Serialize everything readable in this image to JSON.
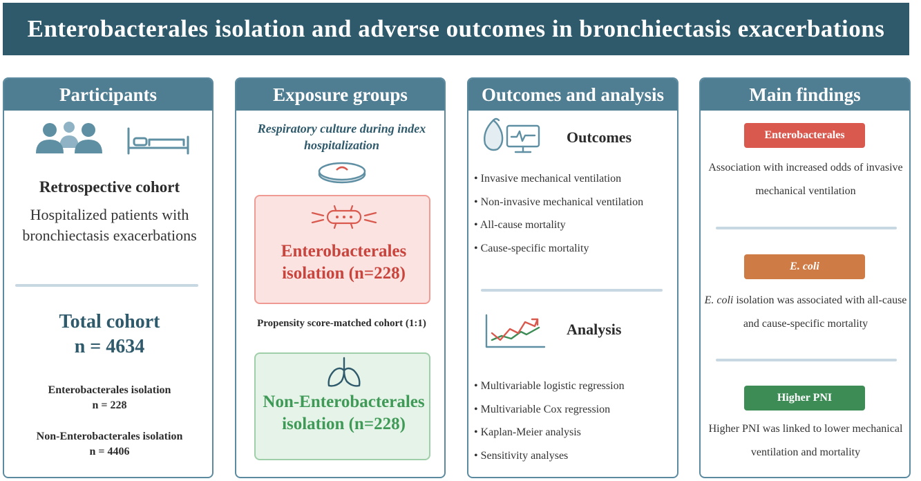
{
  "title": "Enterobacterales isolation and adverse outcomes in bronchiectasis exacerbations",
  "participants": {
    "header": "Participants",
    "cohort_title": "Retrospective cohort",
    "cohort_desc": "Hospitalized patients with bronchiectasis exacerbations",
    "total_label": "Total cohort",
    "total_n": "n = 4634",
    "group1_label": "Enterobacterales isolation",
    "group1_n": "n = 228",
    "group2_label": "Non-Enterobacterales isolation",
    "group2_n": "n = 4406",
    "icons": [
      "people-group-icon",
      "hospital-bed-icon"
    ]
  },
  "exposure": {
    "header": "Exposure groups",
    "culture_text": "Respiratory culture during index hospitalization",
    "red_box": "Enterobacterales isolation (n=228)",
    "psm_text": "Propensity score-matched cohort (1:1)",
    "green_box": "Non-Enterobacterales isolation (n=228)",
    "icons": [
      "petri-dish-icon",
      "bacteria-icon",
      "lungs-icon"
    ]
  },
  "outcomes": {
    "header": "Outcomes and analysis",
    "outcomes_title": "Outcomes",
    "outcomes_list": [
      "Invasive mechanical ventilation",
      "Non-invasive mechanical ventilation",
      "All-cause mortality",
      "Cause-specific mortality"
    ],
    "analysis_title": "Analysis",
    "analysis_list": [
      "Multivariable logistic regression",
      "Multivariable Cox regression",
      "Kaplan-Meier analysis",
      "Sensitivity analyses"
    ],
    "icons": [
      "ventilator-monitor-icon",
      "line-chart-icon"
    ]
  },
  "findings": {
    "header": "Main findings",
    "f1_label": "Enterobacterales",
    "f1_text": "Association with increased odds of invasive mechanical ventilation",
    "f2_label": "E. coli",
    "f2_italic": "E. coli",
    "f2_text": " isolation was associated with all-cause and cause-specific mortality",
    "f3_label": "Higher PNI",
    "f3_text": "Higher PNI was linked to lower mechanical ventilation and mortality",
    "colors": {
      "red": "#d9594e",
      "orange": "#cf7b45",
      "green": "#3d8c55"
    }
  },
  "colors": {
    "banner": "#2f5a6c",
    "header": "#4f7d92",
    "border": "#5b8aa0",
    "icon": "#5f8fa3",
    "red_text": "#c9443d",
    "green_text": "#3f9a57"
  }
}
